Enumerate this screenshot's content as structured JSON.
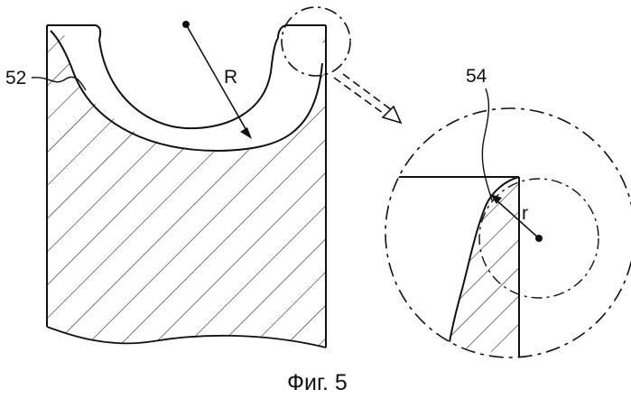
{
  "figure": {
    "caption": "Фиг. 5",
    "labels": {
      "part": "52",
      "detail": "54",
      "large_radius": "R",
      "small_radius": "r"
    }
  },
  "colors": {
    "line": "#111111",
    "background": "#ffffff"
  }
}
